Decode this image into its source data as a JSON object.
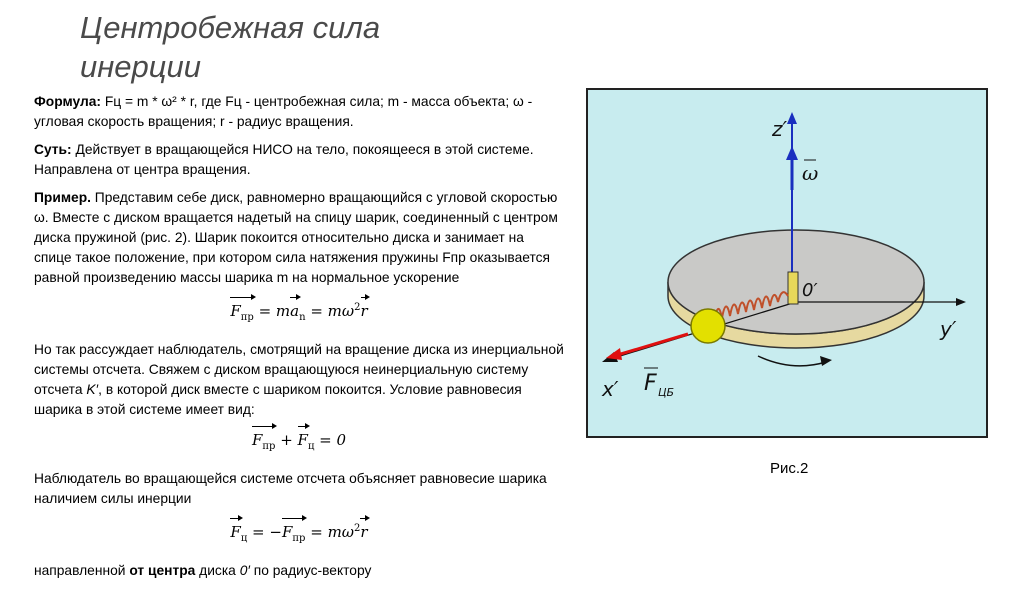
{
  "title_line1": "Центробежная сила",
  "title_line2": "инерции",
  "p1": {
    "label": "Формула:",
    "text": " Fц = m * ω² * r, где Fц - центробежная сила; m - масса объекта; ω - угловая скорость вращения; r - радиус вращения."
  },
  "p2": {
    "label": "Суть:",
    "text": " Действует в вращающейся НИСО на тело, покоящееся в этой системе. Направлена от центра вращения."
  },
  "p3": {
    "label": "Пример.",
    "text": " Представим себе диск, равномерно вращающийся с угловой скоростью ω. Вместе с диском вращается надетый на спицу шарик, соединенный с центром диска пружиной (рис. 2). Шарик покоится относительно диска и занимает на спице такое положение, при котором сила натяжения пружины Fпр оказывается равной произведению массы шарика m на нормальное ускорение"
  },
  "p4": {
    "text_a": "Но так рассуждает наблюдатель, смотрящий на вращение диска из инерциальной системы отсчета. Свяжем с диском вращающуюся неинерциальную систему отсчета ",
    "text_k": "K′",
    "text_b": ", в которой диск вместе с шариком покоится. Условие равновесия шарика в этой системе имеет вид:"
  },
  "p5": {
    "text": "Наблюдатель во вращающейся системе отсчета объясняет равновесие шарика наличием силы инерции"
  },
  "p6": {
    "text_a": "направленной ",
    "bold": "от центра",
    "text_b": " диска ",
    "point": "0′",
    "text_c": " по радиус-вектору"
  },
  "formula1": {
    "F": "F",
    "sub_pr": "пр",
    "eq1": " = m",
    "a": "a",
    "sub_n": "n",
    "eq2": " = mω",
    "sup2": "2",
    "r": "r"
  },
  "formula2": {
    "F": "F",
    "sub_pr": "пр",
    "plus": " + ",
    "F2": "F",
    "sub_c": "ц",
    "eq": " = 0"
  },
  "formula3": {
    "F": "F",
    "sub_c": "ц",
    "eq1": " = −",
    "F2": "F",
    "sub_pr": "пр",
    "eq2": " = mω",
    "sup2": "2",
    "r": "r"
  },
  "figure": {
    "label_z": "z′",
    "label_omega": "ω",
    "label_origin": "0′",
    "label_y": "y′",
    "label_x": "x′",
    "label_f": "F",
    "label_f_sub": "ЦБ",
    "caption": "Рис.2"
  },
  "colors": {
    "background": "#c8ecef",
    "disk_top": "#c9c9c7",
    "disk_rim": "#e6d9a0",
    "axis_z": "#1a2fbf",
    "force": "#e01010",
    "spring": "#c0502a",
    "ball": "#e3e000"
  }
}
